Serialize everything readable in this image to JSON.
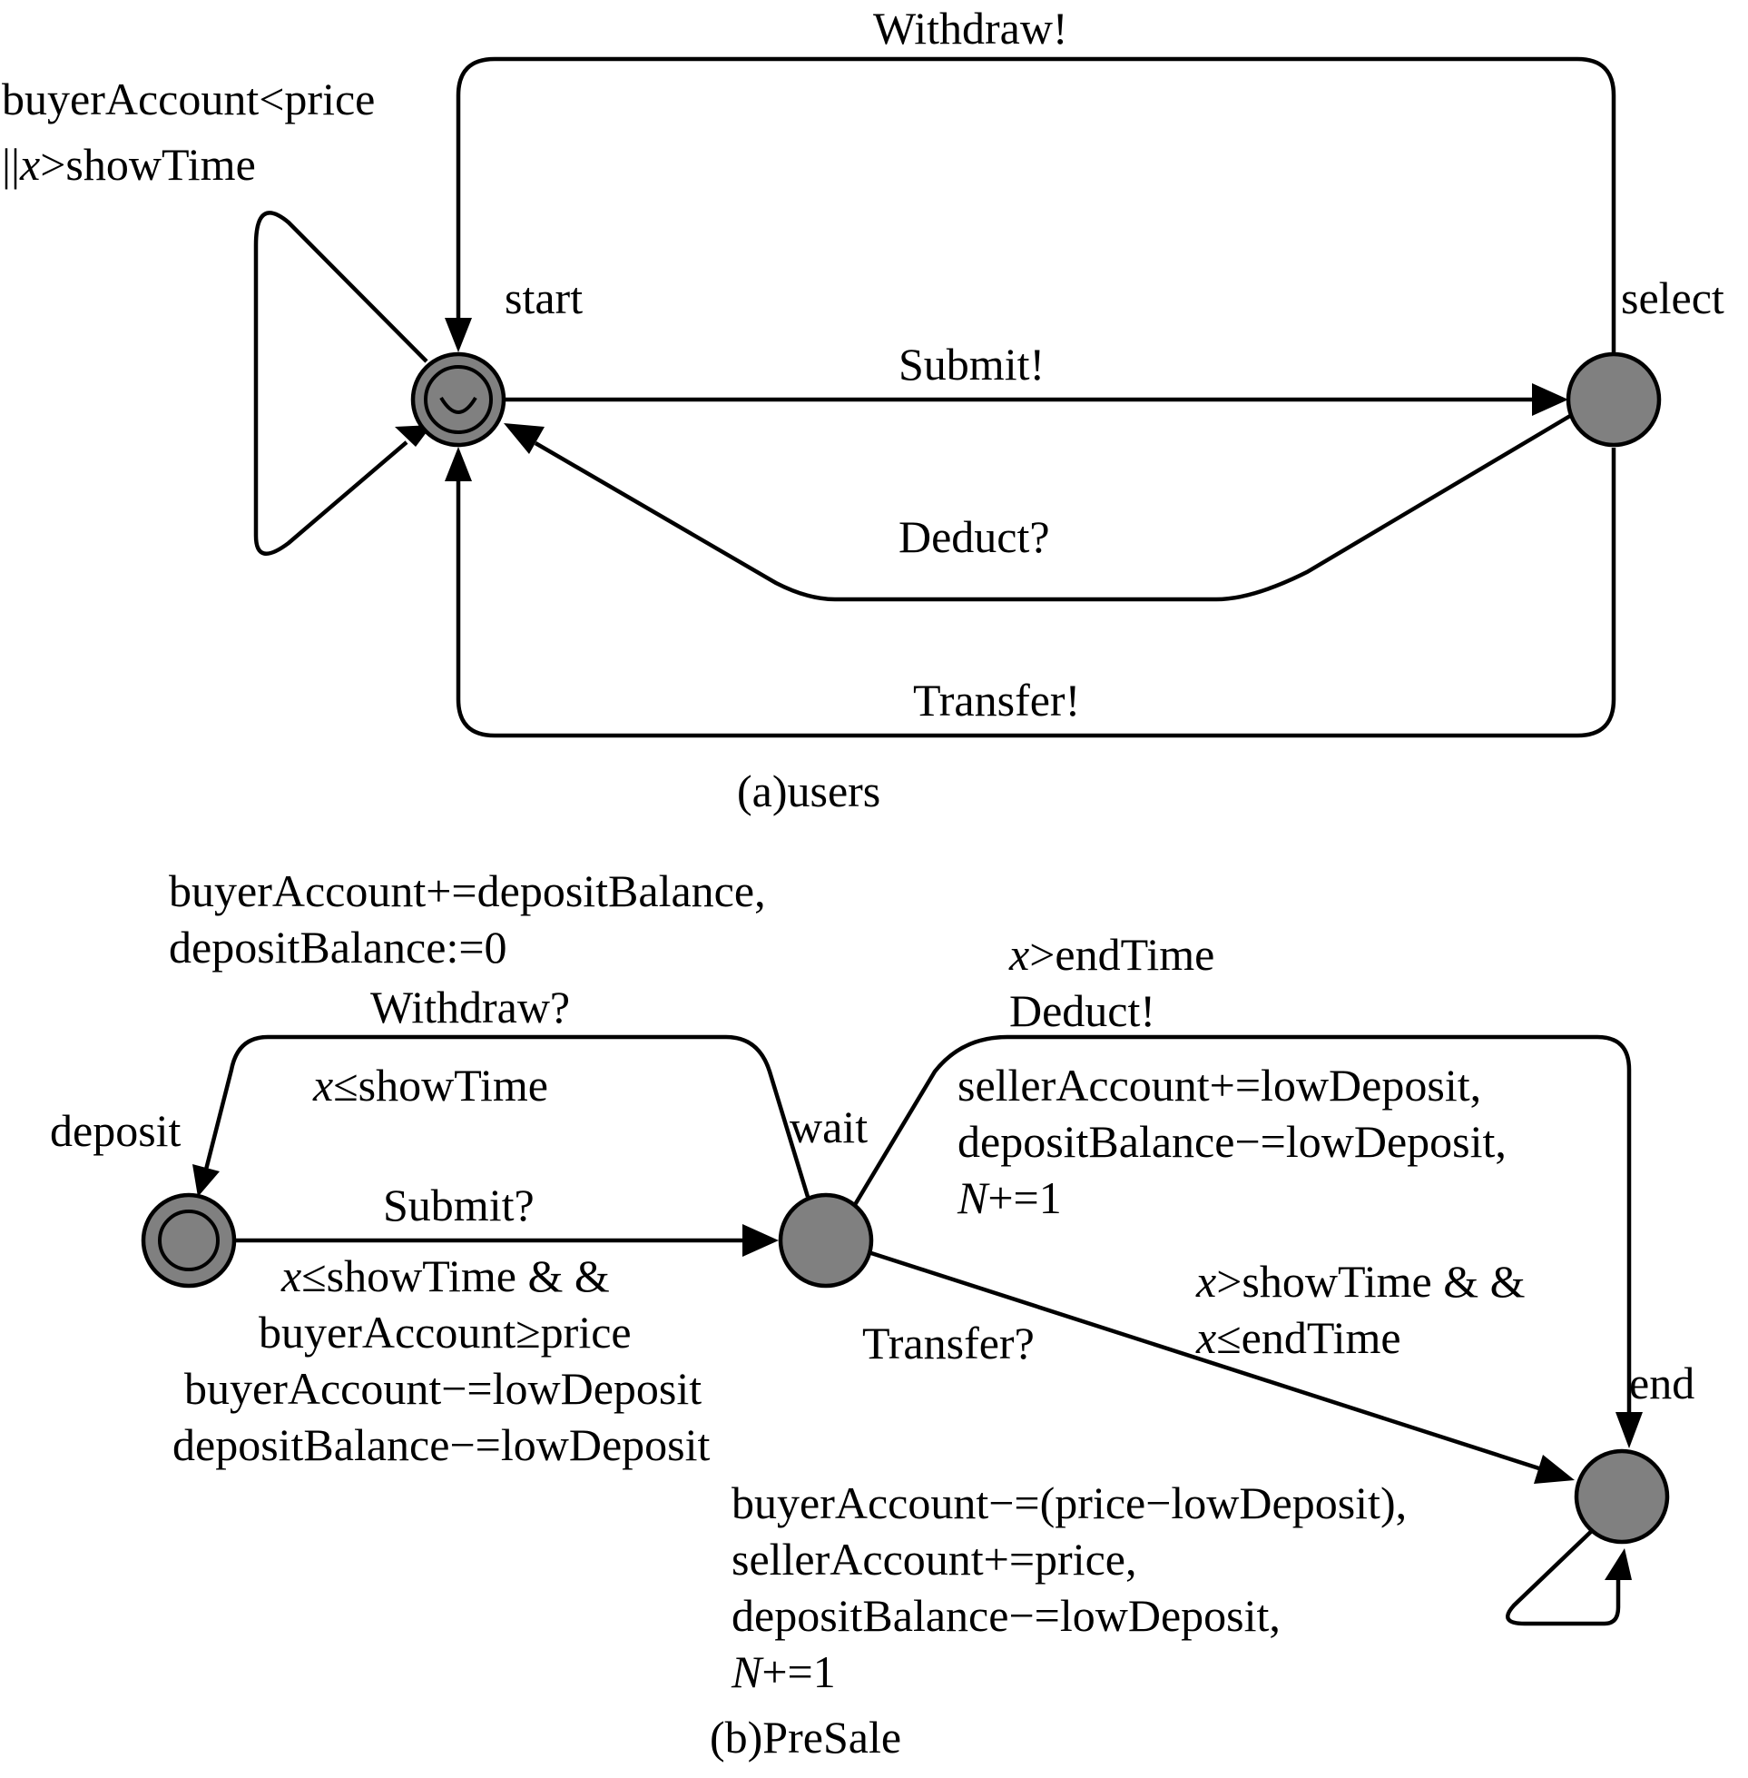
{
  "diagram_a": {
    "caption": "(a)users",
    "states": {
      "start": "start",
      "select": "select"
    },
    "edges": {
      "withdraw": "Withdraw!",
      "self_loop_line1": "buyerAccount<price",
      "self_loop_line2_prefix": "||",
      "self_loop_line2_var": "x",
      "self_loop_line2_rest": ">showTime",
      "submit": "Submit!",
      "deduct": "Deduct?",
      "transfer": "Transfer!"
    }
  },
  "diagram_b": {
    "caption": "(b)PreSale",
    "states": {
      "deposit": "deposit",
      "wait": "wait",
      "end": "end"
    },
    "edges": {
      "withdraw_update_1": "buyerAccount+=depositBalance,",
      "withdraw_update_2": "depositBalance:=0",
      "withdraw_sync": "Withdraw?",
      "withdraw_guard_var": "x",
      "withdraw_guard_rest": "≤showTime",
      "submit_sync": "Submit?",
      "submit_guard1_var": "x",
      "submit_guard1_rest": "≤showTime & &",
      "submit_guard2": "buyerAccount≥price",
      "submit_update1": "buyerAccount−=lowDeposit",
      "submit_update2": "depositBalance−=lowDeposit",
      "deduct_guard_var": "x",
      "deduct_guard_rest": ">endTime",
      "deduct_sync": "Deduct!",
      "deduct_update1": "sellerAccount+=lowDeposit,",
      "deduct_update2": "depositBalance−=lowDeposit,",
      "deduct_update3_var": "N",
      "deduct_update3_rest": "+=1",
      "transfer_guard1_var": "x",
      "transfer_guard1_rest": ">showTime & &",
      "transfer_guard2_var": "x",
      "transfer_guard2_rest": "≤endTime",
      "transfer_sync": "Transfer?",
      "transfer_update1": "buyerAccount−=(price−lowDeposit),",
      "transfer_update2": "sellerAccount+=price,",
      "transfer_update3": "depositBalance−=lowDeposit,",
      "transfer_update4_var": "N",
      "transfer_update4_rest": "+=1"
    }
  }
}
